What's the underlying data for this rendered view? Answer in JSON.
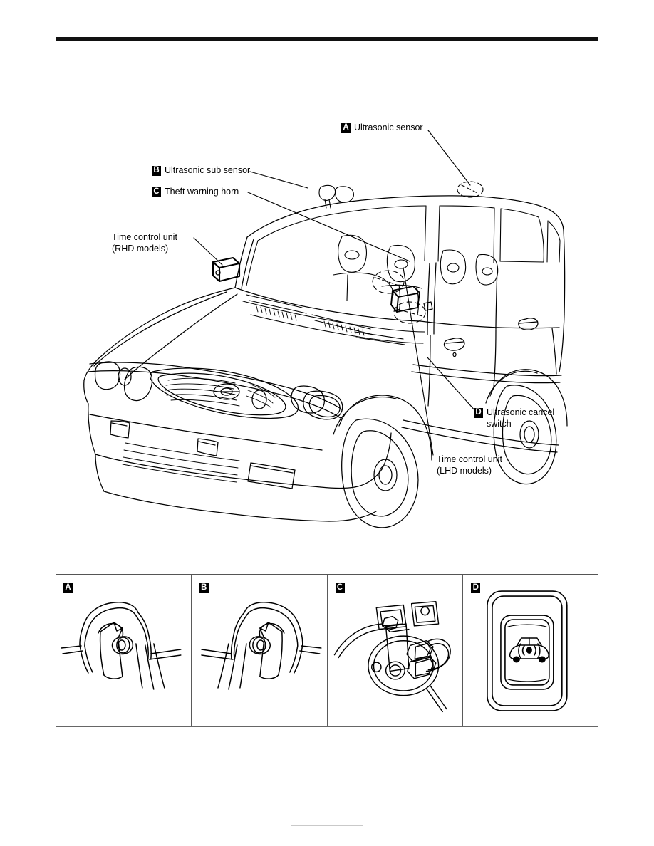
{
  "document": {
    "type": "service-manual-illustration",
    "subject": "Theft warning / ultrasonic sensor component location",
    "line_color": "#000000",
    "background_color": "#ffffff"
  },
  "callouts": [
    {
      "id": "A",
      "badge": "A",
      "line1": "Ultrasonic sensor",
      "line2": ""
    },
    {
      "id": "B",
      "badge": "B",
      "line1": "Ultrasonic sub sensor",
      "line2": ""
    },
    {
      "id": "C",
      "badge": "C",
      "line1": "Theft warning horn",
      "line2": ""
    },
    {
      "id": "D",
      "badge": "D",
      "line1": "Ultrasonic cancel",
      "line2": "switch"
    }
  ],
  "plain_labels": [
    {
      "id": "tcu-rhd",
      "line1": "Time control unit",
      "line2": "(RHD models)"
    },
    {
      "id": "tcu-lhd",
      "line1": "Time control unit",
      "line2": "(LHD models)"
    }
  ],
  "detail_panels": [
    {
      "badge": "A",
      "name": "ultrasonic-sensor-detail",
      "caption": ""
    },
    {
      "badge": "B",
      "name": "ultrasonic-sub-sensor-detail",
      "caption": ""
    },
    {
      "badge": "C",
      "name": "theft-warning-horn-detail",
      "caption": ""
    },
    {
      "badge": "D",
      "name": "ultrasonic-cancel-switch-detail",
      "caption": ""
    }
  ]
}
